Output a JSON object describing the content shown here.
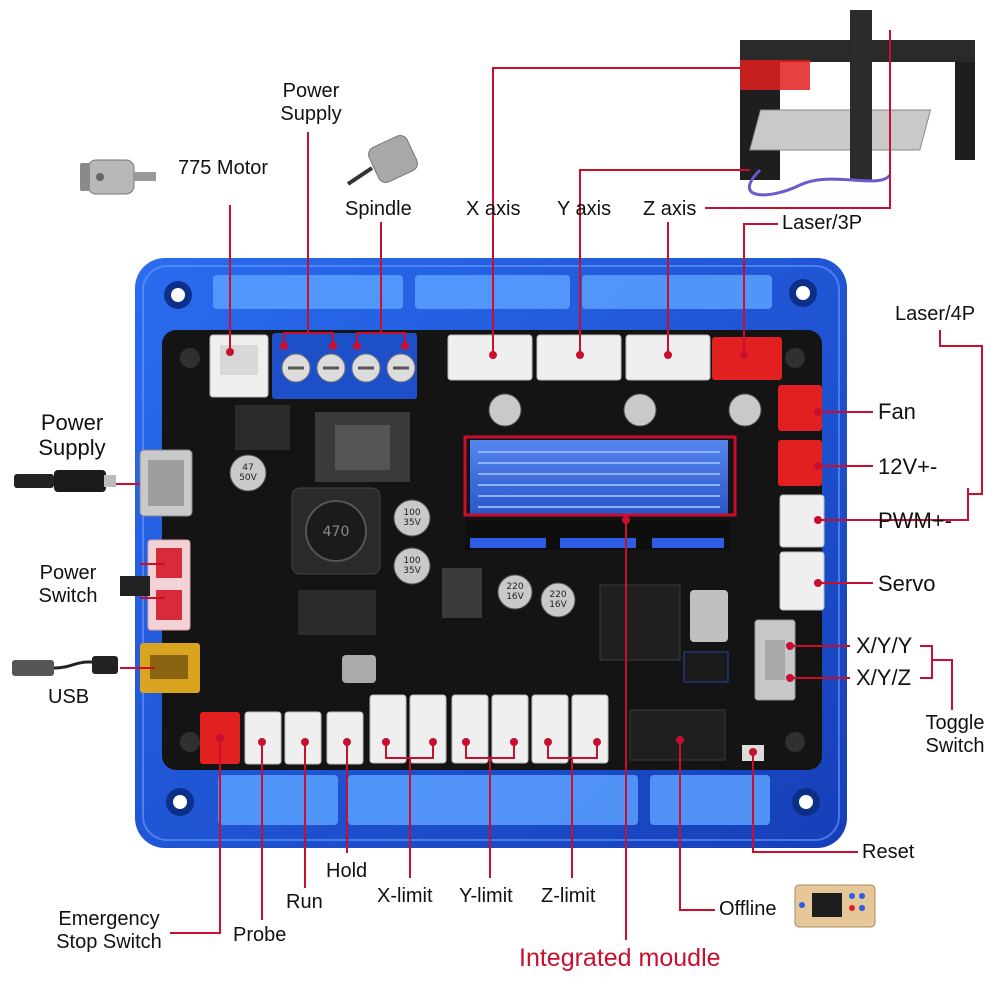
{
  "labels": {
    "motor_775": "775 Motor",
    "power_supply_top": "Power\nSupply",
    "spindle": "Spindle",
    "x_axis": "X axis",
    "y_axis": "Y axis",
    "z_axis": "Z axis",
    "laser_3p": "Laser/3P",
    "laser_4p": "Laser/4P",
    "fan": "Fan",
    "v12": "12V+-",
    "pwm": "PWM+-",
    "servo": "Servo",
    "xyy": "X/Y/Y",
    "xyz": "X/Y/Z",
    "toggle_switch": "Toggle\nSwitch",
    "power_supply_left": "Power\nSupply",
    "power_switch": "Power\nSwitch",
    "usb": "USB",
    "emergency_stop": "Emergency\nStop Switch",
    "probe": "Probe",
    "run": "Run",
    "hold": "Hold",
    "x_limit": "X-limit",
    "y_limit": "Y-limit",
    "z_limit": "Z-limit",
    "offline": "Offline",
    "reset": "Reset",
    "integrated_module": "Integrated moudle"
  },
  "board_text": {
    "cap_47_left": "47\n50V",
    "cap_470": "470",
    "cap_100a": "100\n35V",
    "cap_100b": "100\n35V",
    "cap_220a": "220\n16V",
    "cap_220b": "220\n16V"
  },
  "colors": {
    "leader_line": "#c8102e",
    "enclosure_blue": "#1f5ce0",
    "pcb_black": "#141414",
    "heatsink_blue": "#3d6fe0",
    "connector_white": "#efefef",
    "connector_red": "#e2201f",
    "terminal_blue": "#1d4fc9"
  }
}
